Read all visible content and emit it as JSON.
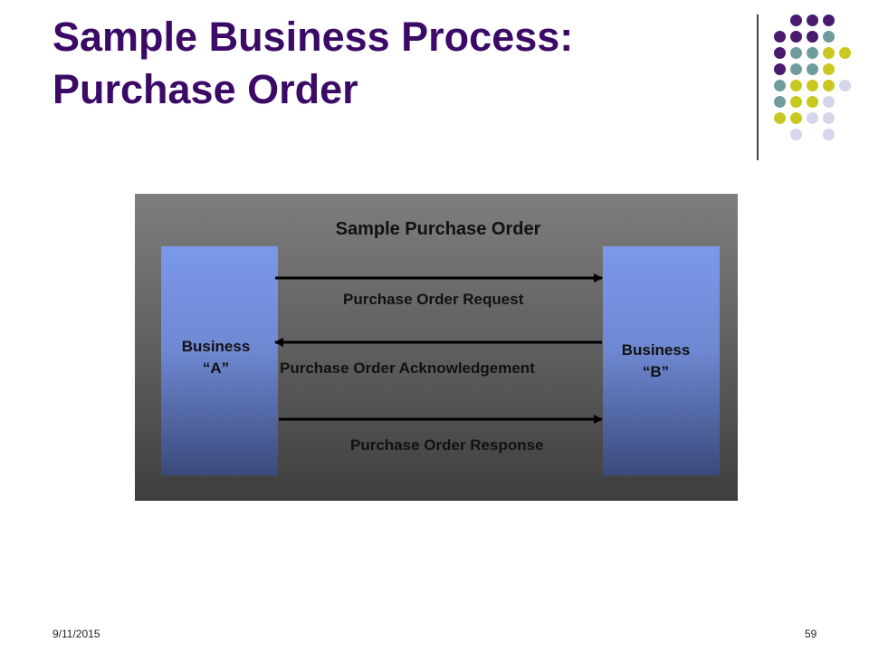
{
  "slide": {
    "title_line1": "Sample Business Process:",
    "title_line2": "Purchase Order",
    "date": "9/11/2015",
    "page_number": "59"
  },
  "diagram": {
    "title": "Sample Purchase Order",
    "business_a": {
      "line1": "Business",
      "line2": "“A”"
    },
    "business_b": {
      "line1": "Business",
      "line2": "“B”"
    },
    "messages": [
      {
        "label": "Purchase Order Request",
        "direction": "A-to-B"
      },
      {
        "label": "Purchase Order Acknowledgement",
        "direction": "B-to-A"
      },
      {
        "label": "Purchase Order Response",
        "direction": "A-to-B"
      }
    ]
  },
  "colors": {
    "title": "#3b0a66",
    "dot_purple": "#4a1a6e",
    "dot_teal": "#6f9d9d",
    "dot_yellow": "#c9c820",
    "dot_lavender": "#d6d6ea",
    "business_box": "#7b98ea",
    "panel": "#5c5c5c"
  }
}
